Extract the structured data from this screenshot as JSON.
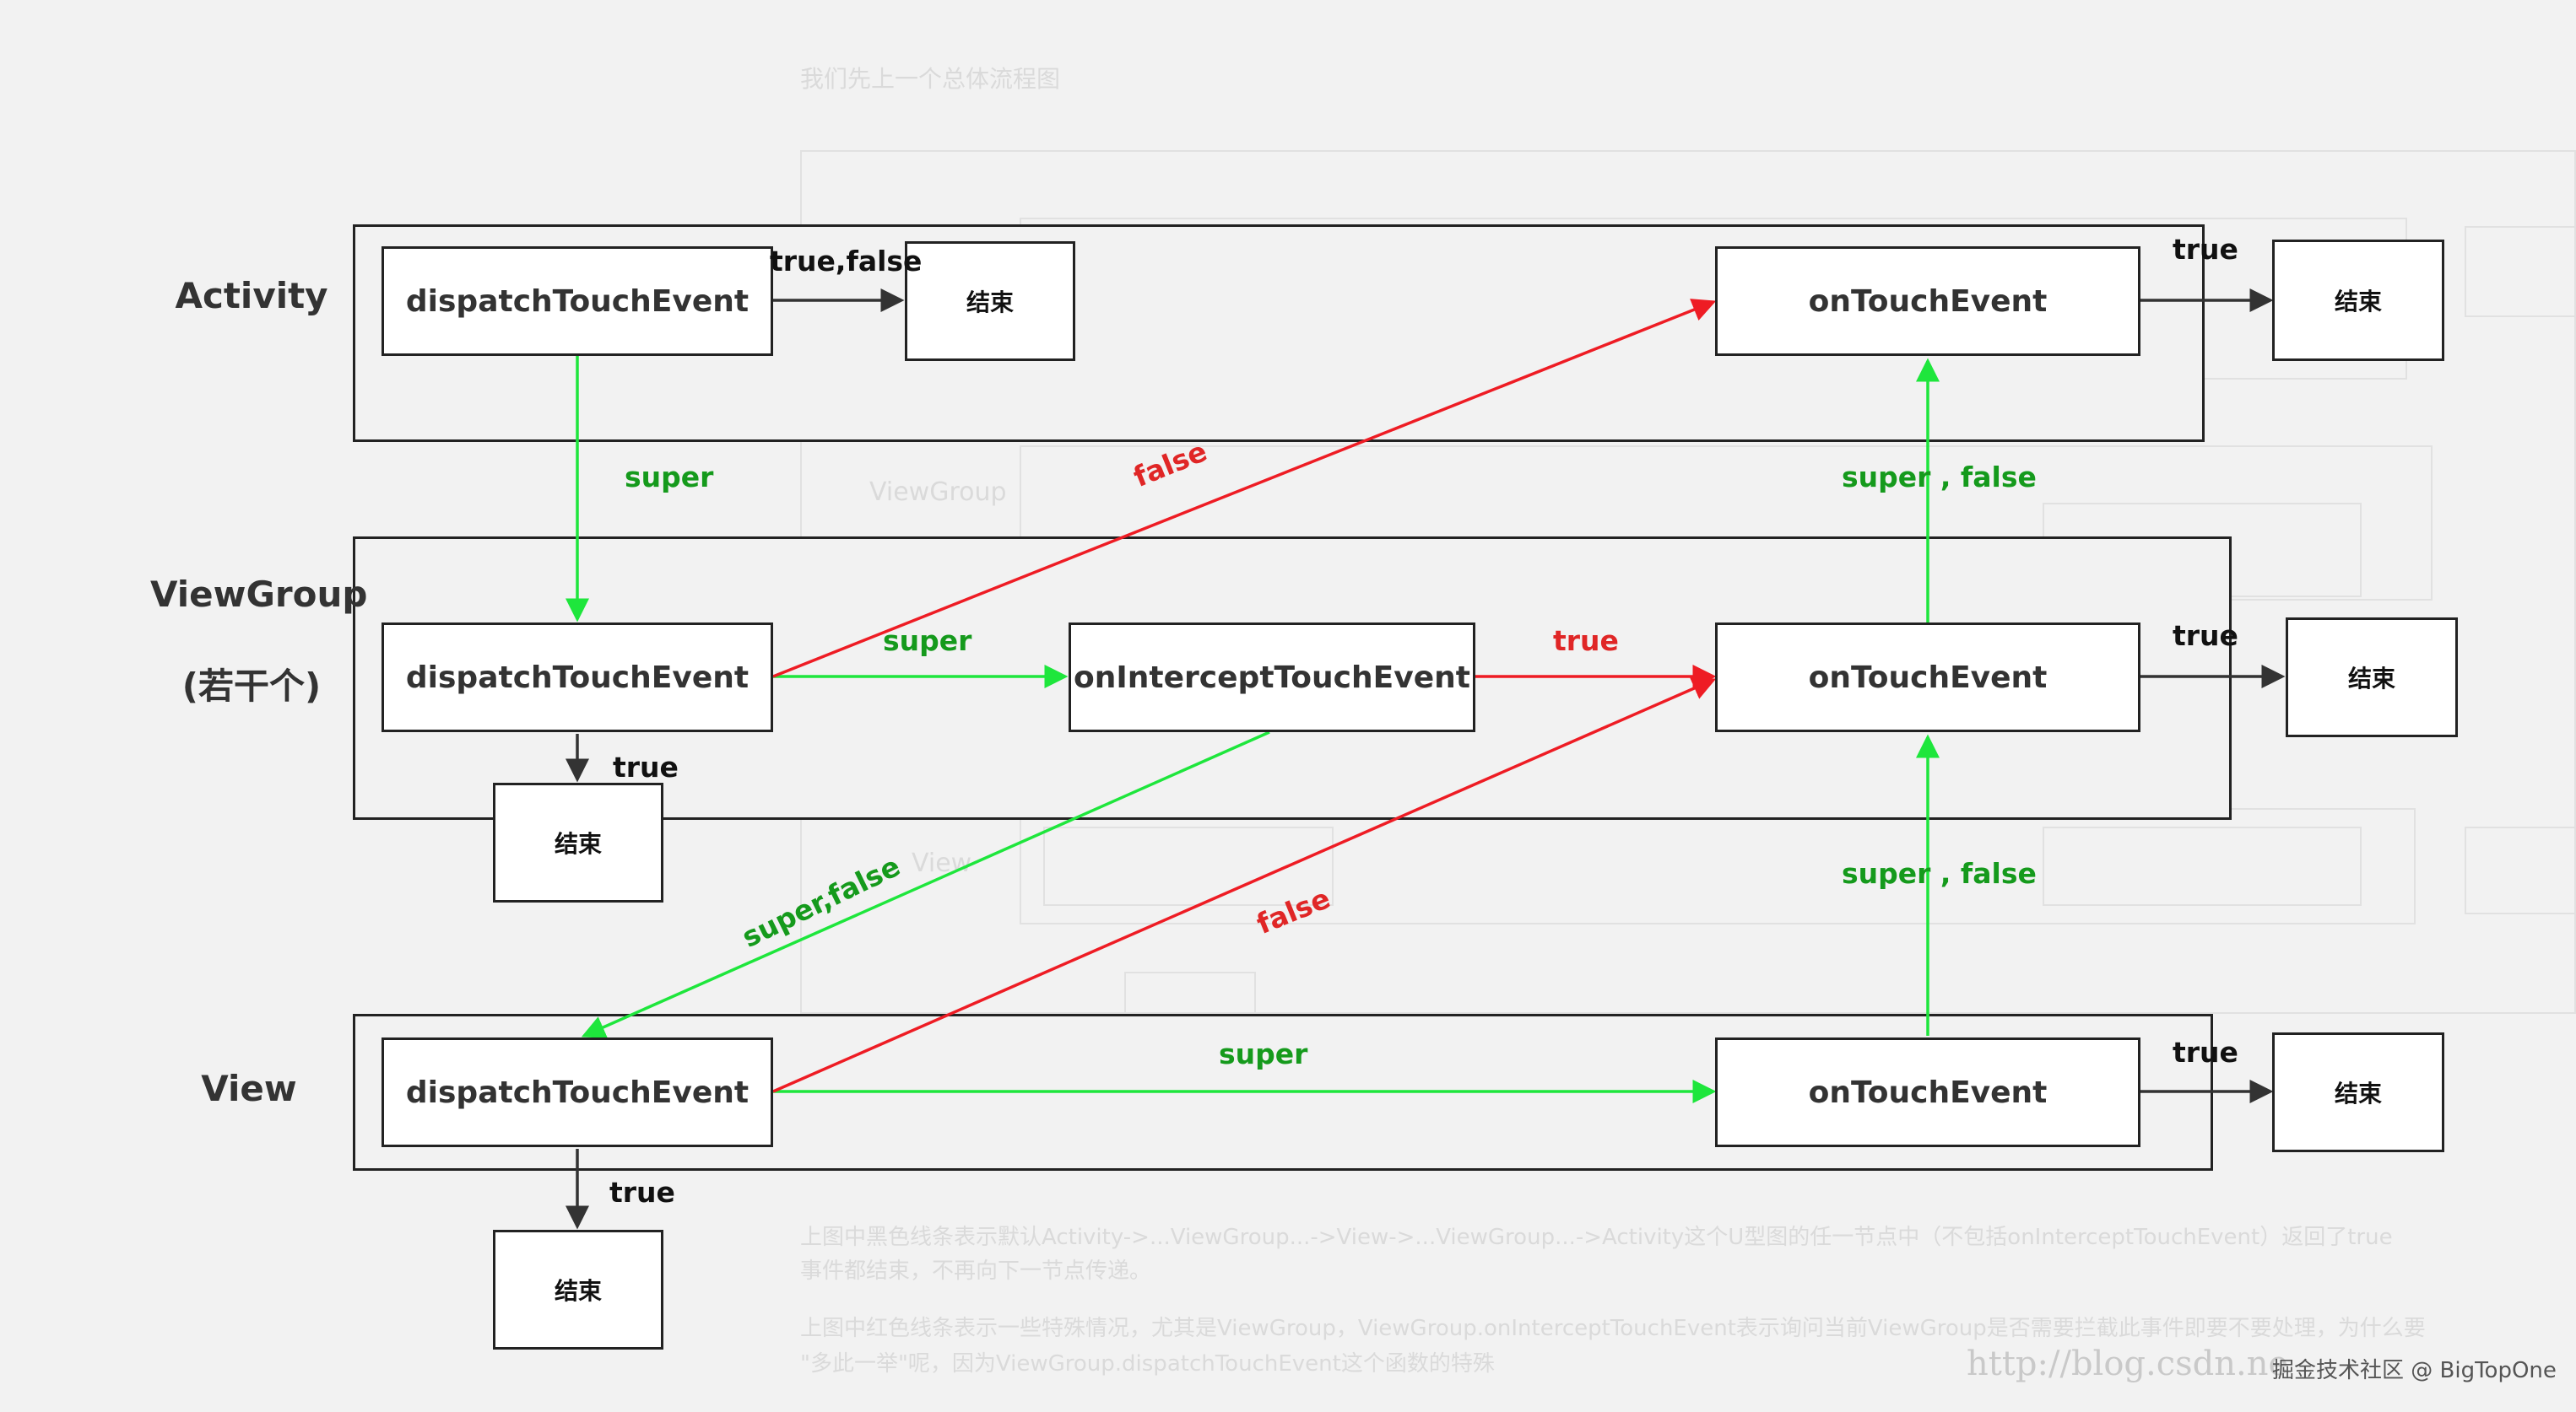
{
  "rows": {
    "activity": "Activity",
    "viewgroup": "ViewGroup",
    "viewgroup_note": "(若干个)",
    "view": "View"
  },
  "nodes": {
    "activity_dispatch": "dispatchTouchEvent",
    "activity_end": "结束",
    "activity_ontouch": "onTouchEvent",
    "activity_ontouch_end": "结束",
    "vg_dispatch": "dispatchTouchEvent",
    "vg_dispatch_end": "结束",
    "vg_intercept": "onInterceptTouchEvent",
    "vg_ontouch": "onTouchEvent",
    "vg_ontouch_end": "结束",
    "view_dispatch": "dispatchTouchEvent",
    "view_dispatch_end": "结束",
    "view_ontouch": "onTouchEvent",
    "view_ontouch_end": "结束"
  },
  "edge_labels": {
    "act_dispatch_end": "true,false",
    "act_super_down": "super",
    "act_ontouch_true": "true",
    "vg_dispatch_false": "false",
    "vg_to_activity_ontouch": "super , false",
    "vg_super": "super",
    "vg_intercept_true": "true",
    "vg_ontouch_true": "true",
    "vg_dispatch_true": "true",
    "vg_intercept_superfalse": "super,false",
    "view_dispatch_false": "false",
    "view_to_vg_ontouch": "super , false",
    "view_super": "super",
    "view_ontouch_true": "true",
    "view_dispatch_true": "true"
  },
  "background_text": {
    "heading": "我们先上一个总体流程图",
    "viewgroup_ghost": "ViewGroup",
    "view_ghost": "View",
    "para1": "上图中黑色线条表示默认Activity->...ViewGroup...->View->...ViewGroup...->Activity这个U型图的任一节点中（不包括onInterceptTouchEvent）返回了true",
    "para1b": "事件都结束，不再向下一节点传递。",
    "para2": "上图中红色线条表示一些特殊情况，尤其是ViewGroup，ViewGroup.onInterceptTouchEvent表示询问当前ViewGroup是否需要拦截此事件即要不要处理，为什么要",
    "para2b": "\"多此一举\"呢，因为ViewGroup.dispatchTouchEvent这个函数的特殊",
    "watermark": "http://blog.csdn.ne",
    "credit": "掘金技术社区 @ BigTopOne"
  },
  "colors": {
    "green": "#1ee63c",
    "red": "#ee1c24",
    "black": "#333333",
    "green_label": "#159a1c",
    "red_label": "#e02626"
  }
}
